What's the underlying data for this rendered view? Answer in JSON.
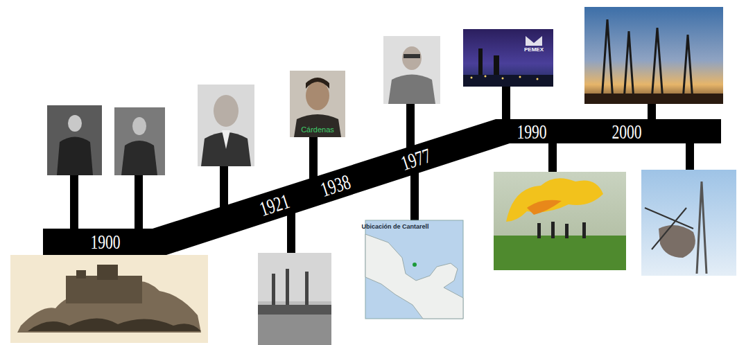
{
  "diagram": {
    "labels": [
      "1900",
      "1921",
      "1938",
      "1977",
      "1990",
      "2000",
      "Cárdenas",
      "Ubicación de Cantarell",
      "PEMEX"
    ]
  }
}
